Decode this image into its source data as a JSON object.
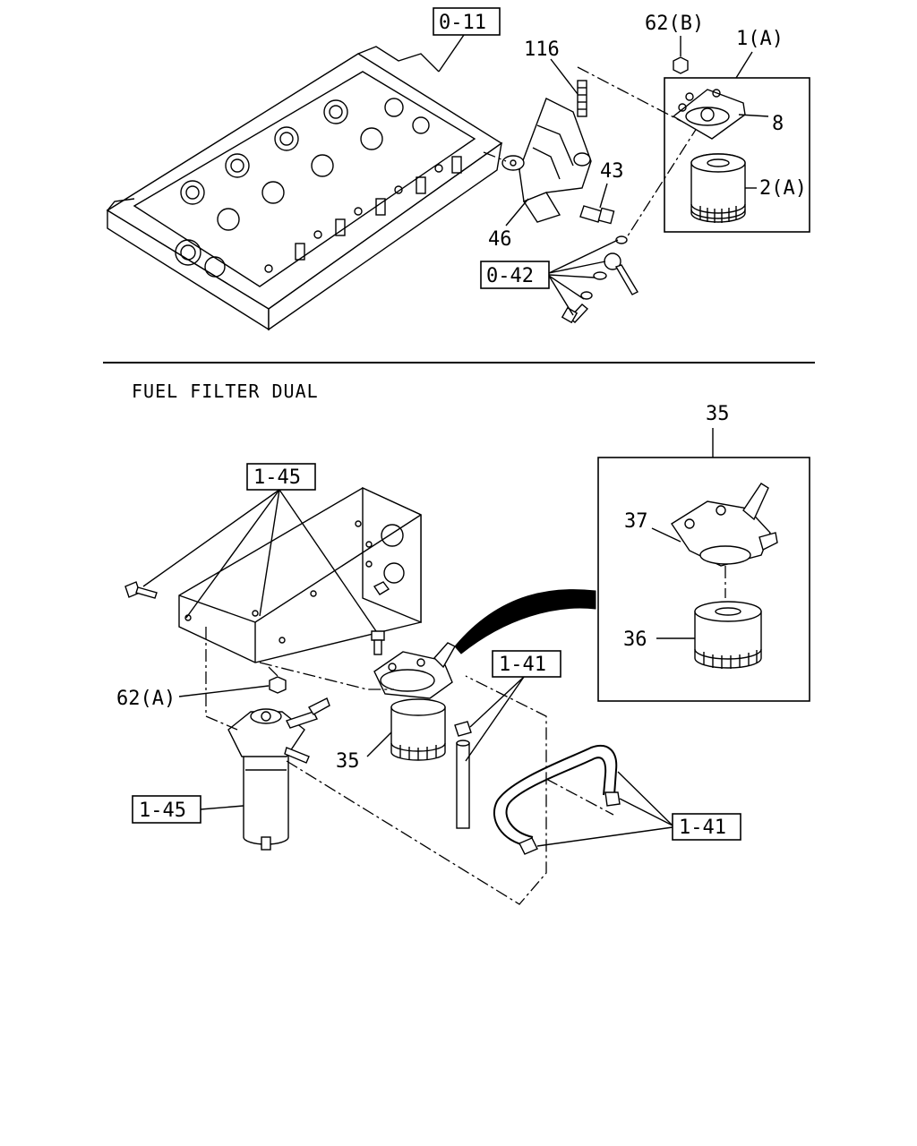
{
  "section_title": "FUEL FILTER DUAL",
  "callouts": {
    "ref_0_11": "0-11",
    "ref_0_42": "0-42",
    "ref_1_45_top": "1-45",
    "ref_1_45_left": "1-45",
    "ref_1_41_mid": "1-41",
    "ref_1_41_right": "1-41",
    "p116": "116",
    "p62b": "62(B)",
    "p1a": "1(A)",
    "p8": "8",
    "p2a": "2(A)",
    "p43": "43",
    "p46": "46",
    "p35_box": "35",
    "p37": "37",
    "p36": "36",
    "p62a": "62(A)",
    "p35": "35"
  }
}
